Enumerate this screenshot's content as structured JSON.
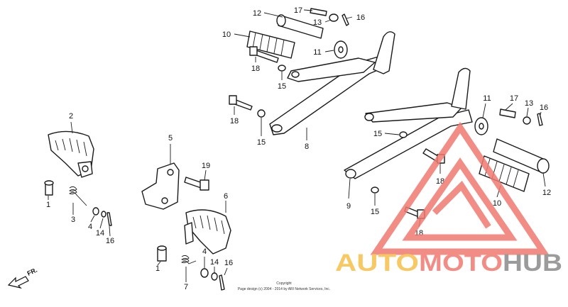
{
  "diagram": {
    "callouts": [
      {
        "id": "c12a",
        "label": "12"
      },
      {
        "id": "c17a",
        "label": "17"
      },
      {
        "id": "c16a",
        "label": "16"
      },
      {
        "id": "c13a",
        "label": "13"
      },
      {
        "id": "c10a",
        "label": "10"
      },
      {
        "id": "c11a",
        "label": "11"
      },
      {
        "id": "c18a",
        "label": "18"
      },
      {
        "id": "c15a",
        "label": "15"
      },
      {
        "id": "c18b",
        "label": "18"
      },
      {
        "id": "c15b",
        "label": "15"
      },
      {
        "id": "c8",
        "label": "8"
      },
      {
        "id": "c2",
        "label": "2"
      },
      {
        "id": "c1a",
        "label": "1"
      },
      {
        "id": "c3",
        "label": "3"
      },
      {
        "id": "c4a",
        "label": "4"
      },
      {
        "id": "c14a",
        "label": "14"
      },
      {
        "id": "c16b",
        "label": "16"
      },
      {
        "id": "c5",
        "label": "5"
      },
      {
        "id": "c19",
        "label": "19"
      },
      {
        "id": "c6",
        "label": "6"
      },
      {
        "id": "c1b",
        "label": "1"
      },
      {
        "id": "c7",
        "label": "7"
      },
      {
        "id": "c4b",
        "label": "4"
      },
      {
        "id": "c14b",
        "label": "14"
      },
      {
        "id": "c16c",
        "label": "16"
      },
      {
        "id": "c11b",
        "label": "11"
      },
      {
        "id": "c17b",
        "label": "17"
      },
      {
        "id": "c13b",
        "label": "13"
      },
      {
        "id": "c16d",
        "label": "16"
      },
      {
        "id": "c15c",
        "label": "15"
      },
      {
        "id": "c18c",
        "label": "18"
      },
      {
        "id": "c9",
        "label": "9"
      },
      {
        "id": "c15d",
        "label": "15"
      },
      {
        "id": "c10b",
        "label": "10"
      },
      {
        "id": "c12b",
        "label": "12"
      },
      {
        "id": "c18d",
        "label": "18"
      }
    ],
    "direction_label": "FR.",
    "copyright_title": "Copyright",
    "copyright_text": "Page design (c) 2004 - 2014 by ARI Network Services, Inc."
  },
  "watermark": {
    "word_auto": "AUTO",
    "word_moto": "MOTO",
    "word_hub": "HUB",
    "color_auto": "#f5c04a",
    "color_moto": "#f07a72",
    "color_hub": "#8a8a8a",
    "triangle_color": "#f07a72"
  }
}
